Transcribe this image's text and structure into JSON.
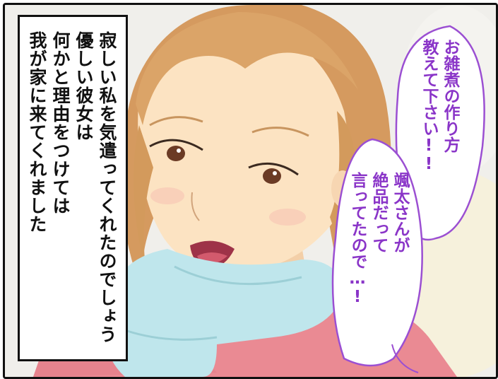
{
  "narration": {
    "lines": [
      "寂しい私を気遣ってくれたのでしょう",
      "優しい彼女は",
      "何かと理由をつけては",
      "我が家に来てくれました"
    ]
  },
  "speech_bubbles": [
    {
      "lines": [
        "お雑煮の作り方",
        "教えて下さい!!"
      ]
    },
    {
      "lines": [
        "颯太さんが",
        "絶品だって",
        "言ってたので…!"
      ]
    }
  ],
  "colors": {
    "speech_text": "#8a35c8",
    "bubble_outline": "#9b4fd2",
    "hair": "#d9a064",
    "scarf": "#bfe6ec",
    "sweater": "#ea8a93",
    "skin": "#fce3c2"
  }
}
